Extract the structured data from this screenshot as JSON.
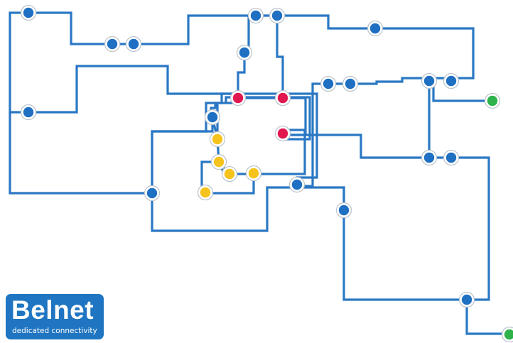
{
  "logo": {
    "name": "Belnet",
    "tagline": "dedicated connectivity",
    "color": "#1f75c1"
  },
  "colors": {
    "link": "#2a78c4",
    "core_node": "#1f6fc2",
    "hub_node": "#e0184f",
    "access_node": "#f6c21c",
    "external_node": "#2db34a"
  },
  "legend_note": "Network topology map; node colors indicate node roles (core, hub, access, external). No text labels are printed on the diagram."
}
